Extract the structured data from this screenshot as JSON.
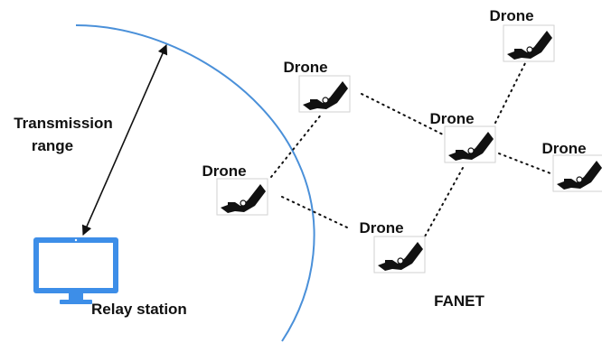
{
  "labels": {
    "drone": "Drone",
    "transmission_range_line1": "Transmission",
    "transmission_range_line2": "range",
    "relay_station": "Relay station",
    "network": "FANET"
  },
  "colors": {
    "range_boundary": "#4a90d9",
    "monitor": "#3d8ee8",
    "links": "#111111",
    "text": "#111111"
  },
  "icons": {
    "relay_station": "monitor-icon",
    "drone": "drone-icon"
  }
}
